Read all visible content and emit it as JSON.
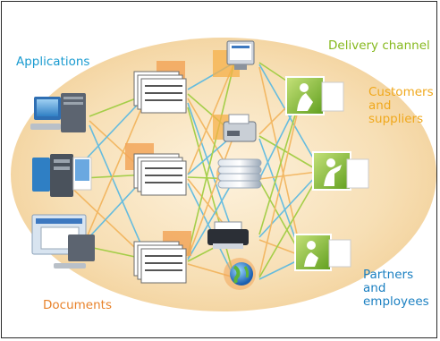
{
  "labels": {
    "applications": "Applications",
    "documents": "Documents",
    "delivery_channel": "Delivery channel",
    "customers": "Customers\nand\nsuppliers",
    "partners": "Partners\nand\nemployees"
  },
  "colors": {
    "applications": "#1a9bd0",
    "documents": "#e8822a",
    "delivery_channel": "#86b91e",
    "customers": "#f0a81c",
    "partners": "#1a7fc1",
    "ellipse": "#f6dcb0",
    "line_green": "#9ccc3c",
    "line_blue": "#57b8e2",
    "line_orange": "#f2b35a"
  },
  "icons": {
    "applications": [
      "desktop-computer-icon",
      "server-tower-icon",
      "windows-workstation-icon"
    ],
    "documents": [
      "document-stack-icon",
      "document-stack-icon",
      "document-stack-icon"
    ],
    "channels": [
      "monitor-icon",
      "fax-machine-icon",
      "cd-disc-icon",
      "printer-icon",
      "globe-icon"
    ],
    "recipients": [
      "person-reading-icon",
      "person-presenting-icon",
      "person-desk-icon"
    ]
  }
}
